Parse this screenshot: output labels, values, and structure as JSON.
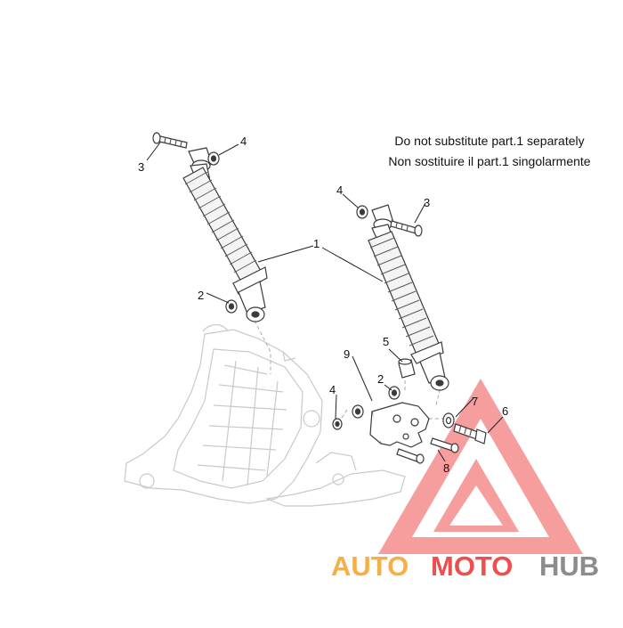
{
  "notes": {
    "line_en": "Do not substitute part.1 separately",
    "line_it": "Non sostituire il part.1 singolarmente"
  },
  "callouts": {
    "shock_absorber": "1",
    "left_lower_bush": "2",
    "left_upper_bolt": "3",
    "left_upper_nut": "4",
    "right_upper_nut": "4",
    "right_upper_bolt": "3",
    "right_lower_bush": "2",
    "spacer": "5",
    "bracket_nut": "4",
    "bracket": "9",
    "bracket_bolt": "6",
    "washer": "7",
    "lower_screw": "8"
  },
  "watermark": {
    "part1": "AUTO",
    "part2": "MOTO",
    "part3": "HUB",
    "color_orange": "#f6ae46",
    "color_red": "#ef4e4e",
    "color_grey": "#8c8c8c"
  }
}
